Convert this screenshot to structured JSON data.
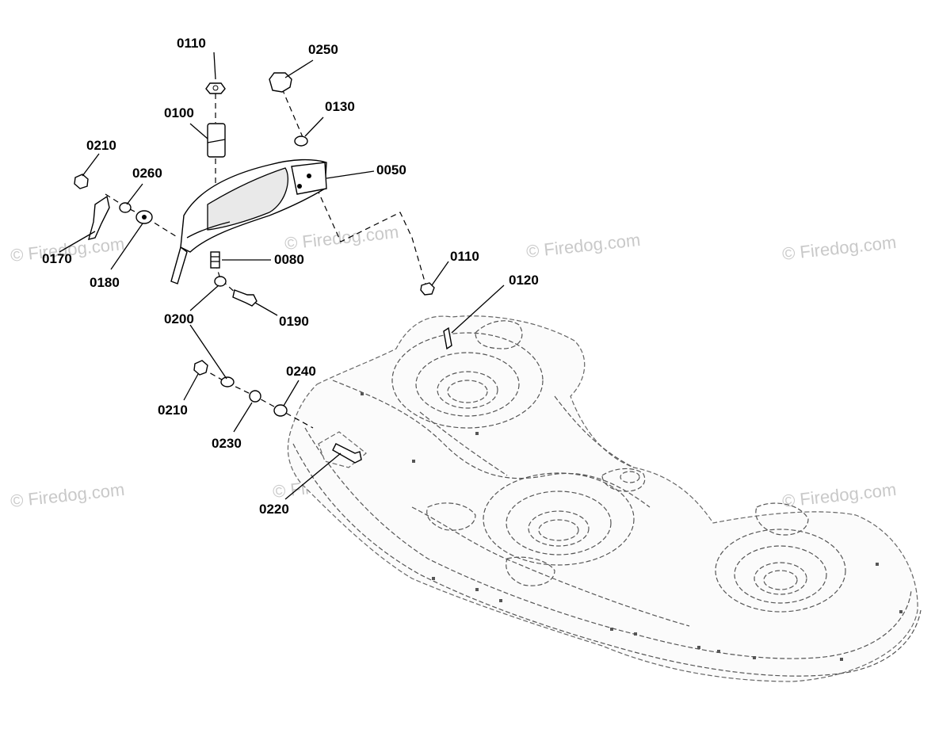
{
  "watermark": "© Firedog.com",
  "callouts": [
    {
      "id": "c0110a",
      "text": "0110"
    },
    {
      "id": "c0250",
      "text": "0250"
    },
    {
      "id": "c0130",
      "text": "0130"
    },
    {
      "id": "c0100",
      "text": "0100"
    },
    {
      "id": "c0210a",
      "text": "0210"
    },
    {
      "id": "c0260",
      "text": "0260"
    },
    {
      "id": "c0050",
      "text": "0050"
    },
    {
      "id": "c0170",
      "text": "0170"
    },
    {
      "id": "c0180",
      "text": "0180"
    },
    {
      "id": "c0080",
      "text": "0080"
    },
    {
      "id": "c0110b",
      "text": "0110"
    },
    {
      "id": "c0120",
      "text": "0120"
    },
    {
      "id": "c0190",
      "text": "0190"
    },
    {
      "id": "c0200",
      "text": "0200"
    },
    {
      "id": "c0240",
      "text": "0240"
    },
    {
      "id": "c0210b",
      "text": "0210"
    },
    {
      "id": "c0230",
      "text": "0230"
    },
    {
      "id": "c0220",
      "text": "0220"
    }
  ]
}
